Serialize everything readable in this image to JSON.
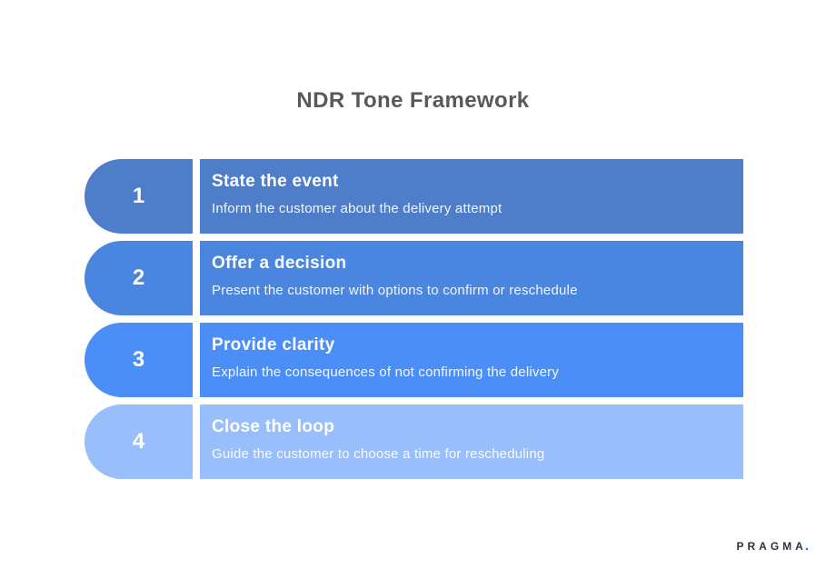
{
  "title": "NDR Tone Framework",
  "steps": [
    {
      "number": "1",
      "heading": "State the event",
      "description": "Inform the customer about the delivery attempt",
      "color": "#4e7ec9"
    },
    {
      "number": "2",
      "heading": "Offer a decision",
      "description": "Present the customer with options to confirm or reschedule",
      "color": "#4a85e0"
    },
    {
      "number": "3",
      "heading": "Provide clarity",
      "description": "Explain the consequences of not confirming the delivery",
      "color": "#4c8ef7"
    },
    {
      "number": "4",
      "heading": "Close the loop",
      "description": "Guide the customer to choose a time for rescheduling",
      "color": "#99befc"
    }
  ],
  "logo": {
    "text": "PRAGMA",
    "dot": "."
  },
  "colors": {
    "title_text": "#58595b",
    "logo_text": "#30333e",
    "logo_dot": "#2e6bf0",
    "background": "#ffffff"
  }
}
